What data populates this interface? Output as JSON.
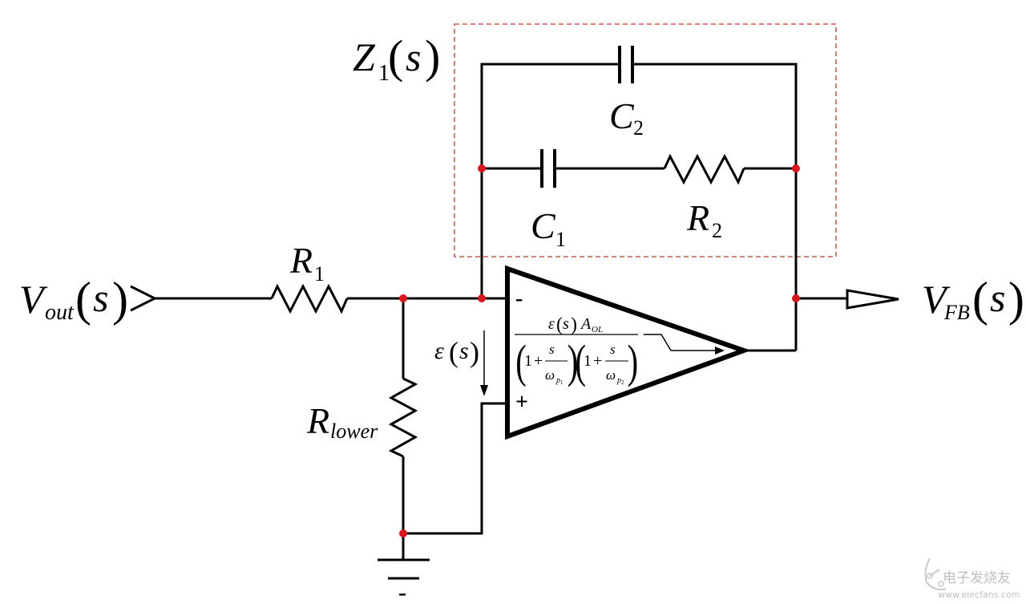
{
  "diagram": {
    "title": "Op-amp compensation network (Type II) with Z1(s) feedback",
    "labels": {
      "z1": {
        "main": "Z",
        "sub": "1",
        "arg": "s"
      },
      "c2": {
        "main": "C",
        "sub": "2"
      },
      "c1": {
        "main": "C",
        "sub": "1"
      },
      "r2": {
        "main": "R",
        "sub": "2"
      },
      "r1": {
        "main": "R",
        "sub": "1"
      },
      "rlower": {
        "main": "R",
        "sub": "lower"
      },
      "vout": {
        "main": "V",
        "sub": "out",
        "arg": "s"
      },
      "vfb": {
        "main": "V",
        "sub": "FB",
        "arg": "s"
      },
      "error": {
        "main": "ε",
        "arg": "s"
      },
      "minus_input": "-",
      "plus_input": "+",
      "ground_minus": "-"
    },
    "transfer_function": {
      "numerator": {
        "eps": "ε",
        "arg": "s",
        "gain": "A",
        "gain_sub": "OL"
      },
      "denominator": [
        {
          "one": "1",
          "plus": "+",
          "num": "s",
          "den": "ω",
          "den_sub": "p",
          "den_sub2": "1"
        },
        {
          "one": "1",
          "plus": "+",
          "num": "s",
          "den": "ω",
          "den_sub": "p",
          "den_sub2": "2"
        }
      ]
    },
    "colors": {
      "wire": "#000000",
      "node": "#d6161b",
      "dashed_box": "#c0392b"
    }
  },
  "watermark": {
    "text_cn": "电子发烧友",
    "url": "www.elecfans.com"
  }
}
